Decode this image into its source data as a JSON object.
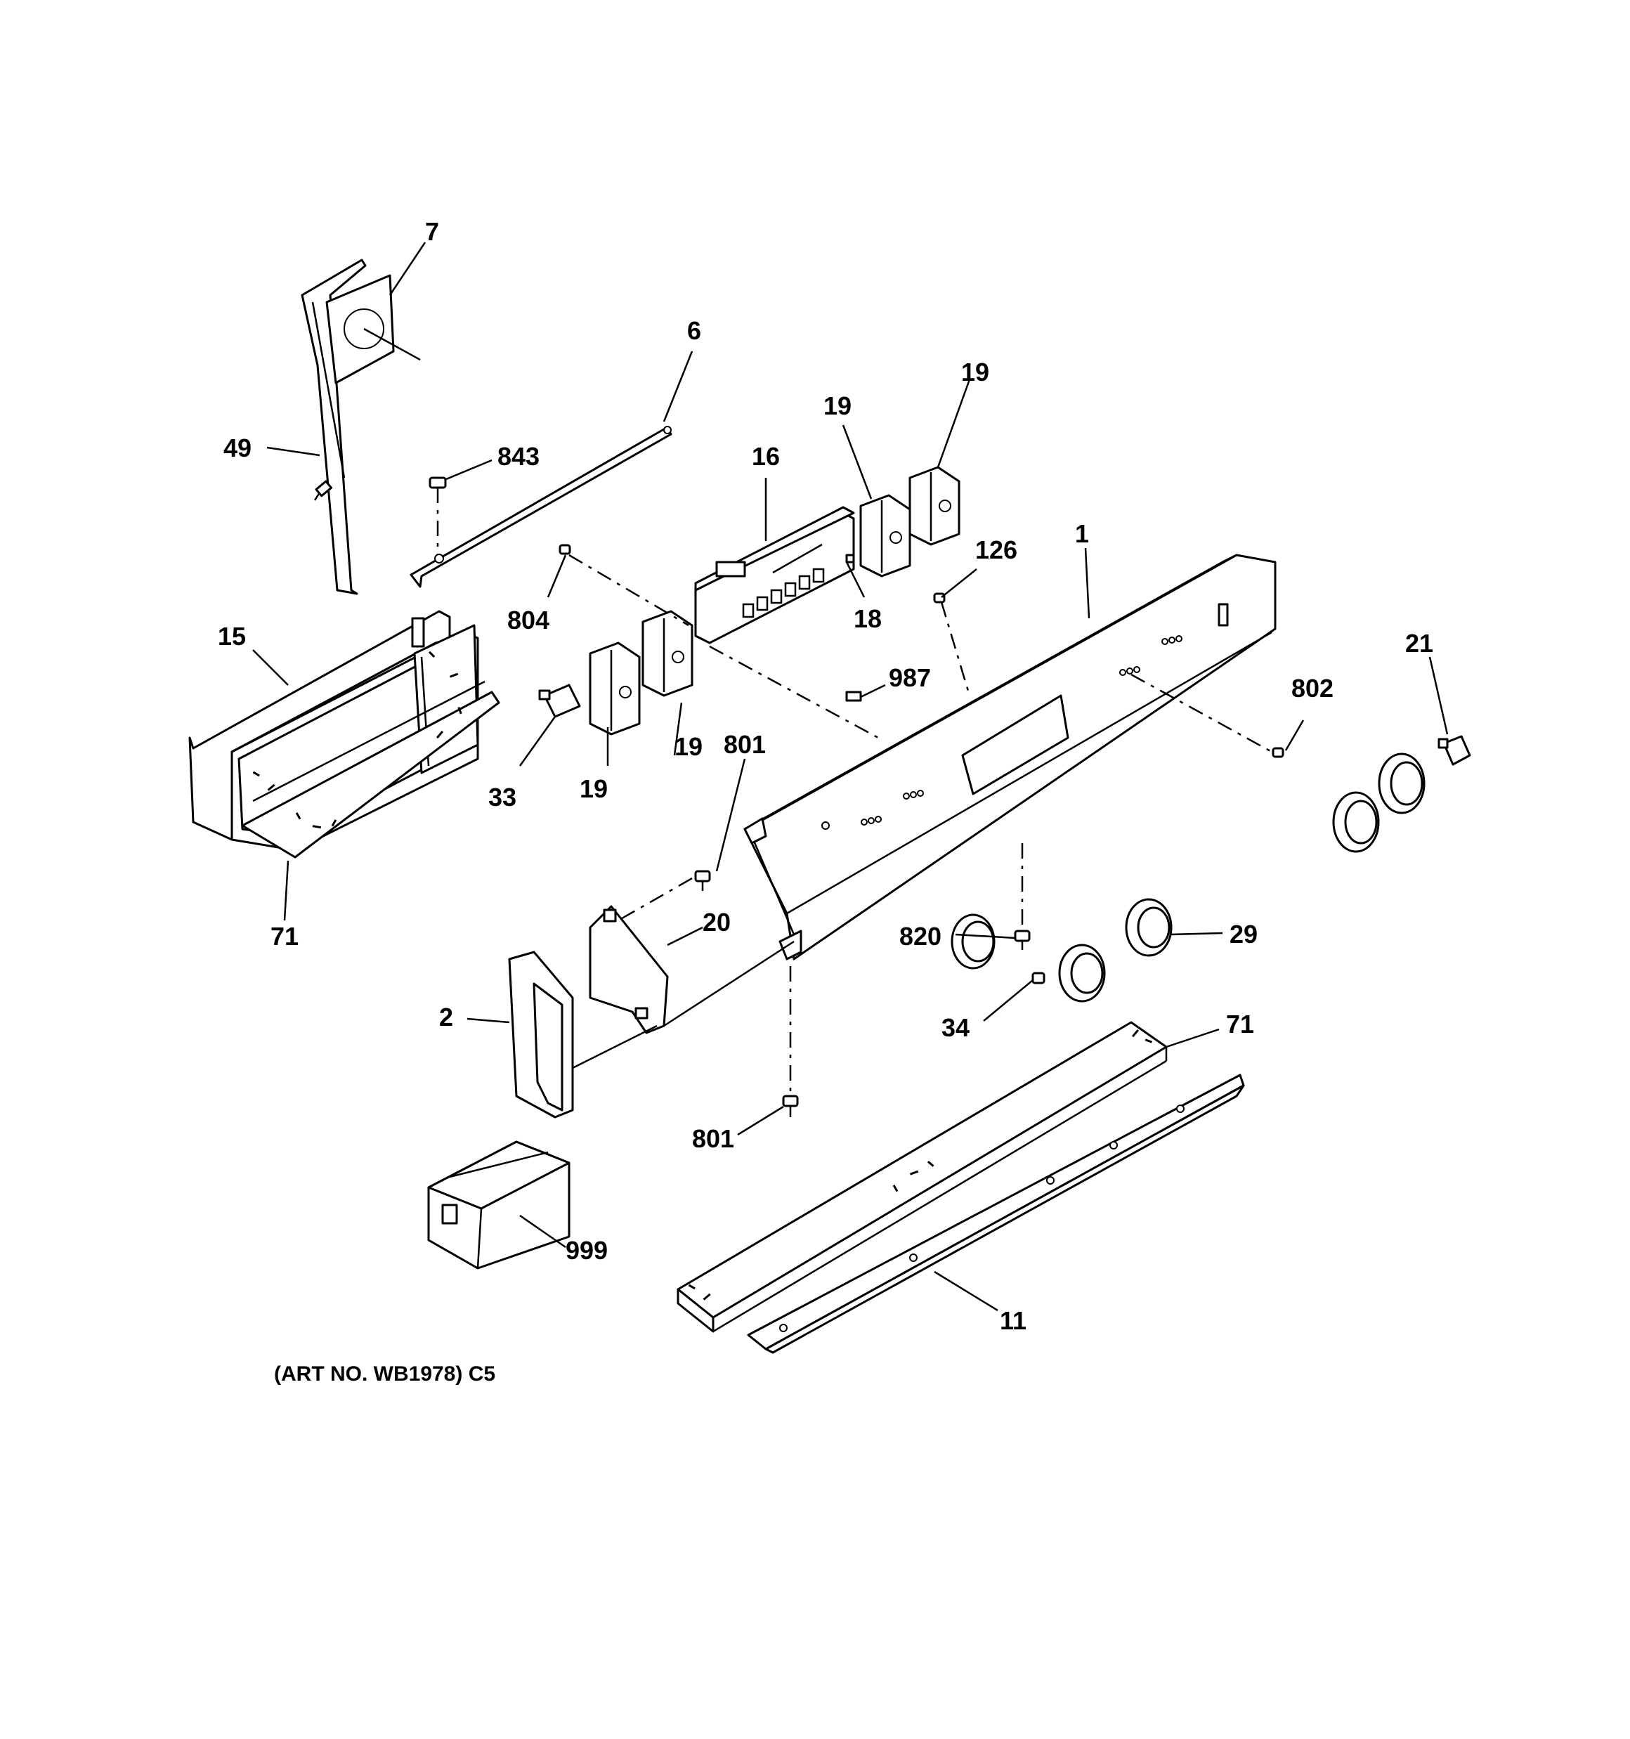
{
  "diagram": {
    "labels": [
      {
        "id": "7",
        "text": "7"
      },
      {
        "id": "6",
        "text": "6"
      },
      {
        "id": "49",
        "text": "49"
      },
      {
        "id": "843",
        "text": "843"
      },
      {
        "id": "16",
        "text": "16"
      },
      {
        "id": "19a",
        "text": "19"
      },
      {
        "id": "19b",
        "text": "19"
      },
      {
        "id": "19c",
        "text": "19"
      },
      {
        "id": "19d",
        "text": "19"
      },
      {
        "id": "126",
        "text": "126"
      },
      {
        "id": "1",
        "text": "1"
      },
      {
        "id": "804",
        "text": "804"
      },
      {
        "id": "18",
        "text": "18"
      },
      {
        "id": "15",
        "text": "15"
      },
      {
        "id": "21",
        "text": "21"
      },
      {
        "id": "987",
        "text": "987"
      },
      {
        "id": "802",
        "text": "802"
      },
      {
        "id": "801a",
        "text": "801"
      },
      {
        "id": "33",
        "text": "33"
      },
      {
        "id": "71a",
        "text": "71"
      },
      {
        "id": "20",
        "text": "20"
      },
      {
        "id": "820",
        "text": "820"
      },
      {
        "id": "29",
        "text": "29"
      },
      {
        "id": "2",
        "text": "2"
      },
      {
        "id": "34",
        "text": "34"
      },
      {
        "id": "71b",
        "text": "71"
      },
      {
        "id": "801b",
        "text": "801"
      },
      {
        "id": "999",
        "text": "999"
      },
      {
        "id": "11",
        "text": "11"
      }
    ],
    "caption": "(ART NO. WB1978) C5"
  }
}
